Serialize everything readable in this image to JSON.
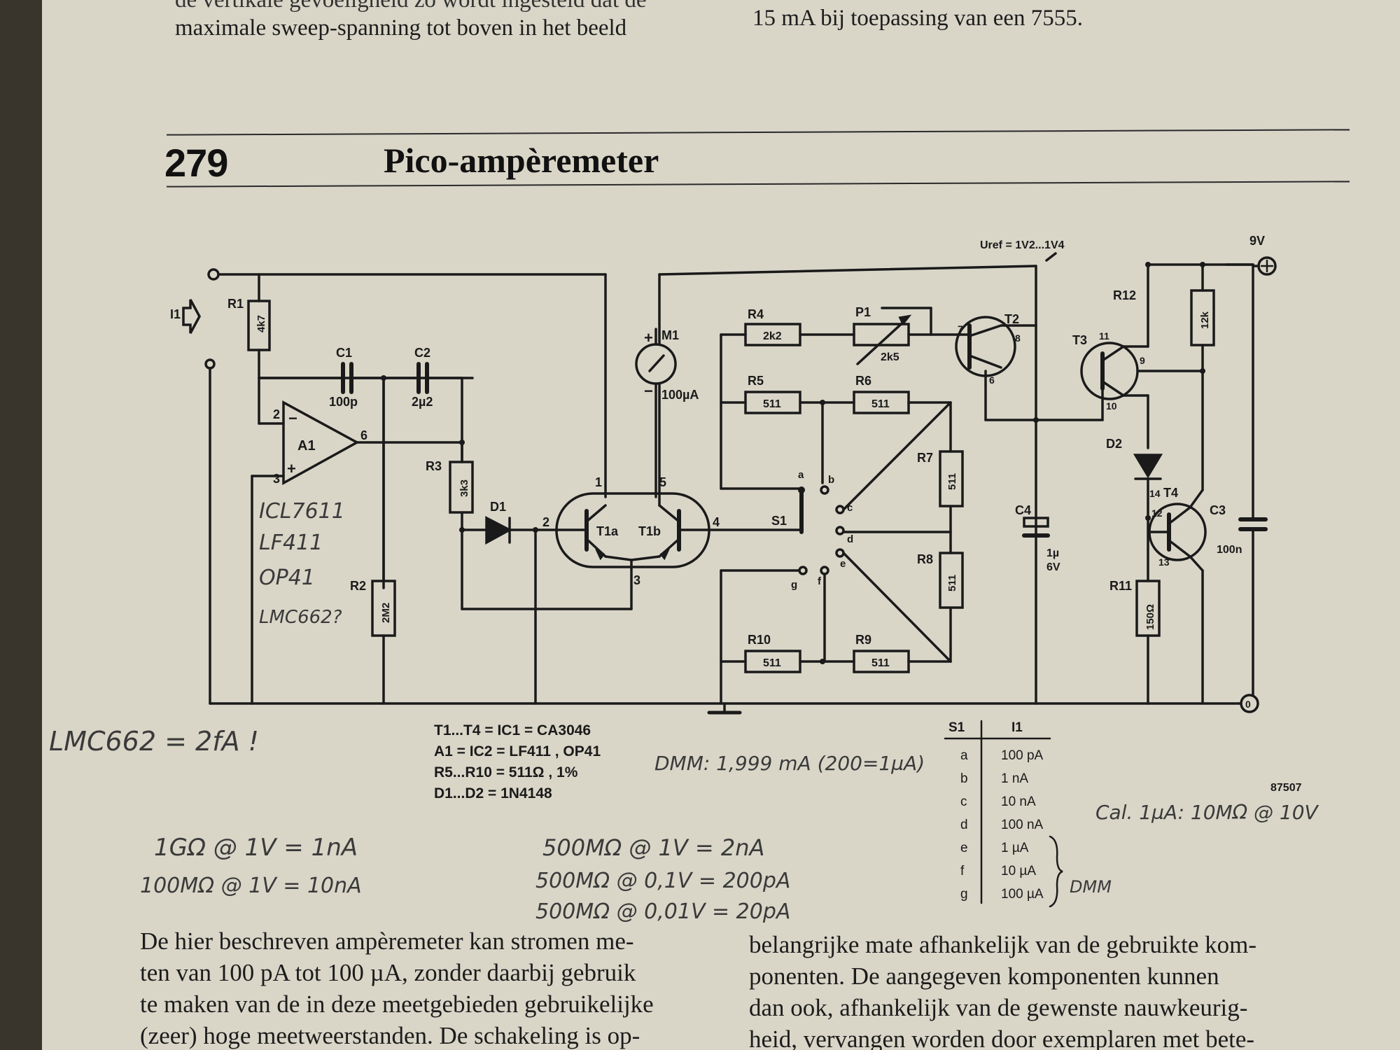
{
  "top_text": {
    "left_line1": "de vertikale gevoeligheid zo wordt ingesteld dat de",
    "left_line2": "maximale sweep-spanning tot boven in het beeld",
    "right_line1": "15 mA bij toepassing van een 7555."
  },
  "section": {
    "number": "279",
    "title": "Pico-ampèremeter"
  },
  "schematic": {
    "input_label": "I1",
    "opamp": "A1",
    "pins": {
      "inv": "2",
      "noninv": "3",
      "out": "6",
      "t1": "1",
      "t2": "2",
      "t3": "3",
      "t4": "4",
      "t5": "5",
      "t2_7": "7",
      "t2_8": "8",
      "t2_6": "6",
      "t3_11": "11",
      "t3_9": "9",
      "t3_10": "10",
      "t4_14": "14",
      "t4_12": "12",
      "t4_13": "13"
    },
    "components": {
      "R1": "R1",
      "R1_val": "4k7",
      "C1": "C1",
      "C1_val": "100p",
      "C2": "C2",
      "C2_val": "2µ2",
      "R3": "R3",
      "R3_val": "3k3",
      "R2": "R2",
      "R2_val": "2M2",
      "D1": "D1",
      "T1a": "T1a",
      "T1b": "T1b",
      "M1": "M1",
      "M1_val": "100µA",
      "R4": "R4",
      "R4_val": "2k2",
      "P1": "P1",
      "P1_val": "2k5",
      "R5": "R5",
      "R5_val": "511",
      "R6": "R6",
      "R6_val": "511",
      "R7": "R7",
      "R7_val": "511",
      "R8": "R8",
      "R8_val": "511",
      "R9": "R9",
      "R9_val": "511",
      "R10": "R10",
      "R10_val": "511",
      "S1": "S1",
      "switch_positions": [
        "a",
        "b",
        "c",
        "d",
        "e",
        "f",
        "g"
      ],
      "T2": "T2",
      "T3": "T3",
      "T4": "T4",
      "D2": "D2",
      "R12": "R12",
      "R12_val": "12k",
      "R11": "R11",
      "R11_val": "150Ω",
      "C4": "C4",
      "C4_val1": "1µ",
      "C4_val2": "6V",
      "C3": "C3",
      "C3_val": "100n"
    },
    "uref": "Uref = 1V2...1V4",
    "supply": "9V",
    "ground_symbol": "0",
    "plus_symbol": "+",
    "minus_symbol": "−",
    "code": "87507",
    "notes": [
      "T1...T4 = IC1 = CA3046",
      "A1 = IC2 = LF411 , OP41",
      "R5...R10 = 511Ω , 1%",
      "D1...D2 = 1N4148"
    ]
  },
  "range_table": {
    "headers": [
      "S1",
      "I1"
    ],
    "rows": [
      {
        "pos": "a",
        "range": "100 pA"
      },
      {
        "pos": "b",
        "range": "1 nA"
      },
      {
        "pos": "c",
        "range": "10 nA"
      },
      {
        "pos": "d",
        "range": "100 nA"
      },
      {
        "pos": "e",
        "range": "1 µA"
      },
      {
        "pos": "f",
        "range": "10 µA"
      },
      {
        "pos": "g",
        "range": "100 µA"
      }
    ]
  },
  "handwritten": {
    "opamp_options": [
      "ICL7611",
      "LF411",
      "OP41",
      "LMC662?"
    ],
    "lmc_note": "LMC662 = 2fA !",
    "dmm_note": "DMM: 1,999 mA (200=1µA)",
    "cal_note": "Cal. 1µA: 10MΩ @ 10V",
    "calc1": "1GΩ @ 1V = 1nA",
    "calc2": "100MΩ @ 1V = 10nA",
    "calc3": "500MΩ @ 1V = 2nA",
    "calc4": "500MΩ @ 0,1V = 200pA",
    "calc5": "500MΩ @ 0,01V = 20pA",
    "brace_label": "DMM"
  },
  "body_text": {
    "left": [
      "De hier beschreven ampèremeter kan stromen me-",
      "ten van 100 pA tot 100 µA, zonder daarbij gebruik",
      "te maken van de in deze meetgebieden gebruikelijke",
      "(zeer) hoge meetweerstanden. De schakeling is op-"
    ],
    "right": [
      "belangrijke mate afhankelijk van de gebruikte kom-",
      "ponenten. De aangegeven komponenten kunnen",
      "dan ook, afhankelijk van de gewenste nauwkeurig-",
      "heid, vervangen worden door exemplaren met bete-"
    ]
  }
}
